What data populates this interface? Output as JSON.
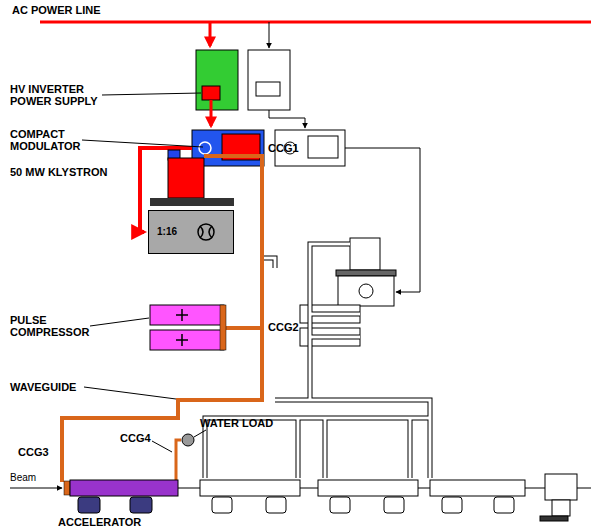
{
  "diagram": {
    "nodes": [
      {
        "text": [
          "1:16"
        ]
      }
    ],
    "labels": [
      "AC POWER LINE",
      "HV INVERTER POWER SUPPLY",
      "COMPACT MODULATOR",
      "50 MW KLYSTRON",
      "CCG1",
      "PULSE COMPRESSOR",
      "CCG2",
      "WAVEGUIDE",
      "WATER LOAD",
      "CCG3",
      "CCG4",
      "Beam",
      "ACCELERATOR"
    ]
  }
}
